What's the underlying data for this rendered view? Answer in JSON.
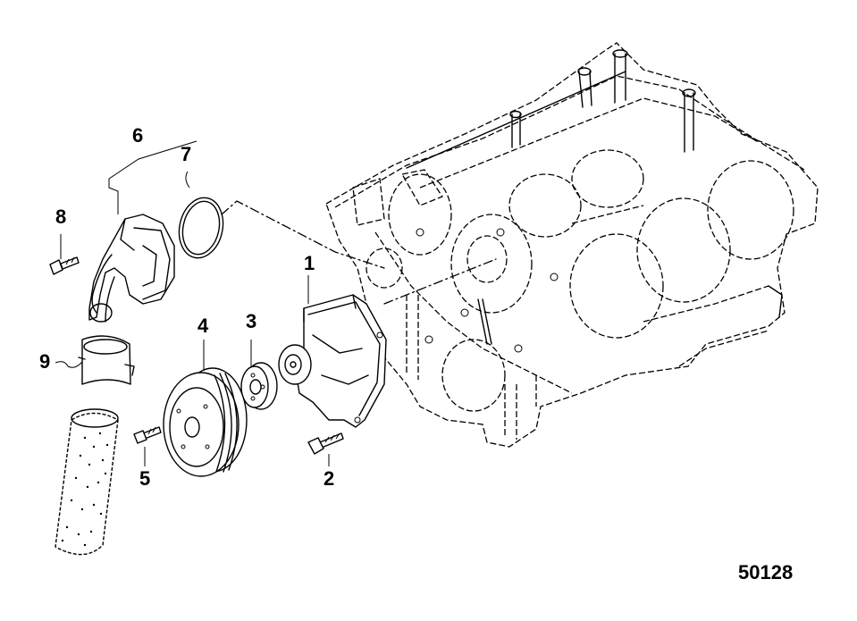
{
  "figure_number": "50128",
  "callouts": [
    {
      "id": "1",
      "label": "1"
    },
    {
      "id": "2",
      "label": "2"
    },
    {
      "id": "3",
      "label": "3"
    },
    {
      "id": "4",
      "label": "4"
    },
    {
      "id": "5",
      "label": "5"
    },
    {
      "id": "6",
      "label": "6"
    },
    {
      "id": "7",
      "label": "7"
    },
    {
      "id": "8",
      "label": "8"
    },
    {
      "id": "9",
      "label": "9"
    }
  ]
}
